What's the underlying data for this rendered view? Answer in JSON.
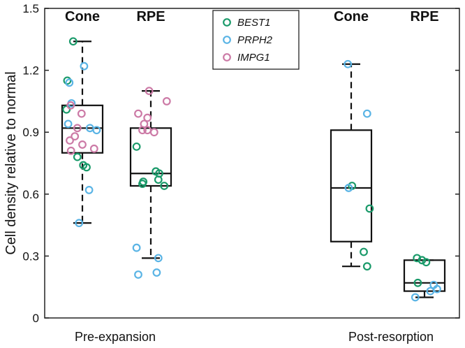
{
  "chart_data": {
    "type": "box",
    "ylabel": "Cell density relative to normal",
    "ylim": [
      0,
      1.5
    ],
    "yticks": [
      "0",
      "0.3",
      "0.6",
      "0.9",
      "1.2",
      "1.5"
    ],
    "group_labels": [
      "Pre-expansion",
      "Post-resorption"
    ],
    "legend": {
      "placement": "top-center",
      "entries": [
        {
          "name": "BEST1",
          "color": "#1a9a6a"
        },
        {
          "name": "PRPH2",
          "color": "#5ab4e5"
        },
        {
          "name": "IMPG1",
          "color": "#cc7aa6"
        }
      ]
    },
    "boxes": [
      {
        "label": "Cone",
        "group": "Pre-expansion",
        "whisker_low": 0.46,
        "q1": 0.8,
        "median": 0.92,
        "q3": 1.03,
        "whisker_high": 1.34,
        "points": [
          {
            "dx": -0.55,
            "y": 1.34,
            "series": "BEST1"
          },
          {
            "dx": -0.9,
            "y": 1.15,
            "series": "BEST1"
          },
          {
            "dx": -0.95,
            "y": 1.01,
            "series": "BEST1"
          },
          {
            "dx": -0.3,
            "y": 0.78,
            "series": "BEST1"
          },
          {
            "dx": 0.05,
            "y": 0.74,
            "series": "BEST1"
          },
          {
            "dx": 0.25,
            "y": 0.73,
            "series": "BEST1"
          },
          {
            "dx": 0.1,
            "y": 1.22,
            "series": "PRPH2"
          },
          {
            "dx": -0.78,
            "y": 1.14,
            "series": "PRPH2"
          },
          {
            "dx": -0.65,
            "y": 1.04,
            "series": "PRPH2"
          },
          {
            "dx": -0.85,
            "y": 0.94,
            "series": "PRPH2"
          },
          {
            "dx": 0.45,
            "y": 0.92,
            "series": "PRPH2"
          },
          {
            "dx": 0.85,
            "y": 0.91,
            "series": "PRPH2"
          },
          {
            "dx": 0.4,
            "y": 0.62,
            "series": "PRPH2"
          },
          {
            "dx": -0.2,
            "y": 0.46,
            "series": "PRPH2"
          },
          {
            "dx": -0.7,
            "y": 1.03,
            "series": "IMPG1"
          },
          {
            "dx": -0.05,
            "y": 0.99,
            "series": "IMPG1"
          },
          {
            "dx": -0.3,
            "y": 0.92,
            "series": "IMPG1"
          },
          {
            "dx": -0.45,
            "y": 0.88,
            "series": "IMPG1"
          },
          {
            "dx": -0.75,
            "y": 0.86,
            "series": "IMPG1"
          },
          {
            "dx": 0.0,
            "y": 0.84,
            "series": "IMPG1"
          },
          {
            "dx": -0.68,
            "y": 0.81,
            "series": "IMPG1"
          },
          {
            "dx": 0.7,
            "y": 0.82,
            "series": "IMPG1"
          }
        ]
      },
      {
        "label": "RPE",
        "group": "Pre-expansion",
        "whisker_low": 0.29,
        "q1": 0.64,
        "median": 0.7,
        "q3": 0.92,
        "whisker_high": 1.1,
        "points": [
          {
            "dx": -0.85,
            "y": 0.83,
            "series": "BEST1"
          },
          {
            "dx": -0.45,
            "y": 0.66,
            "series": "BEST1"
          },
          {
            "dx": -0.5,
            "y": 0.65,
            "series": "BEST1"
          },
          {
            "dx": 0.3,
            "y": 0.71,
            "series": "BEST1"
          },
          {
            "dx": 0.5,
            "y": 0.7,
            "series": "BEST1"
          },
          {
            "dx": 0.45,
            "y": 0.67,
            "series": "BEST1"
          },
          {
            "dx": 0.8,
            "y": 0.64,
            "series": "BEST1"
          },
          {
            "dx": -0.85,
            "y": 0.34,
            "series": "PRPH2"
          },
          {
            "dx": -0.75,
            "y": 0.21,
            "series": "PRPH2"
          },
          {
            "dx": 0.45,
            "y": 0.29,
            "series": "PRPH2"
          },
          {
            "dx": 0.35,
            "y": 0.22,
            "series": "PRPH2"
          },
          {
            "dx": -0.1,
            "y": 1.1,
            "series": "IMPG1"
          },
          {
            "dx": 0.95,
            "y": 1.05,
            "series": "IMPG1"
          },
          {
            "dx": -0.75,
            "y": 0.99,
            "series": "IMPG1"
          },
          {
            "dx": -0.2,
            "y": 0.97,
            "series": "IMPG1"
          },
          {
            "dx": -0.4,
            "y": 0.94,
            "series": "IMPG1"
          },
          {
            "dx": -0.5,
            "y": 0.91,
            "series": "IMPG1"
          },
          {
            "dx": -0.2,
            "y": 0.91,
            "series": "IMPG1"
          },
          {
            "dx": 0.2,
            "y": 0.9,
            "series": "IMPG1"
          }
        ]
      },
      {
        "label": "Cone",
        "group": "Post-resorption",
        "whisker_low": 0.25,
        "q1": 0.37,
        "median": 0.63,
        "q3": 0.91,
        "whisker_high": 1.23,
        "points": [
          {
            "dx": 0.05,
            "y": 0.64,
            "series": "BEST1"
          },
          {
            "dx": 1.1,
            "y": 0.53,
            "series": "BEST1"
          },
          {
            "dx": 0.75,
            "y": 0.32,
            "series": "BEST1"
          },
          {
            "dx": 0.95,
            "y": 0.25,
            "series": "BEST1"
          },
          {
            "dx": -0.2,
            "y": 1.23,
            "series": "PRPH2"
          },
          {
            "dx": 0.95,
            "y": 0.99,
            "series": "PRPH2"
          },
          {
            "dx": -0.15,
            "y": 0.63,
            "series": "PRPH2"
          }
        ]
      },
      {
        "label": "RPE",
        "group": "Post-resorption",
        "whisker_low": 0.1,
        "q1": 0.13,
        "median": 0.17,
        "q3": 0.28,
        "whisker_high": 0.28,
        "points": [
          {
            "dx": -0.45,
            "y": 0.29,
            "series": "BEST1"
          },
          {
            "dx": -0.15,
            "y": 0.28,
            "series": "BEST1"
          },
          {
            "dx": 0.1,
            "y": 0.27,
            "series": "BEST1"
          },
          {
            "dx": -0.4,
            "y": 0.17,
            "series": "BEST1"
          },
          {
            "dx": 0.55,
            "y": 0.16,
            "series": "PRPH2"
          },
          {
            "dx": 0.75,
            "y": 0.14,
            "series": "PRPH2"
          },
          {
            "dx": 0.35,
            "y": 0.13,
            "series": "PRPH2"
          },
          {
            "dx": -0.55,
            "y": 0.1,
            "series": "PRPH2"
          }
        ]
      }
    ]
  }
}
